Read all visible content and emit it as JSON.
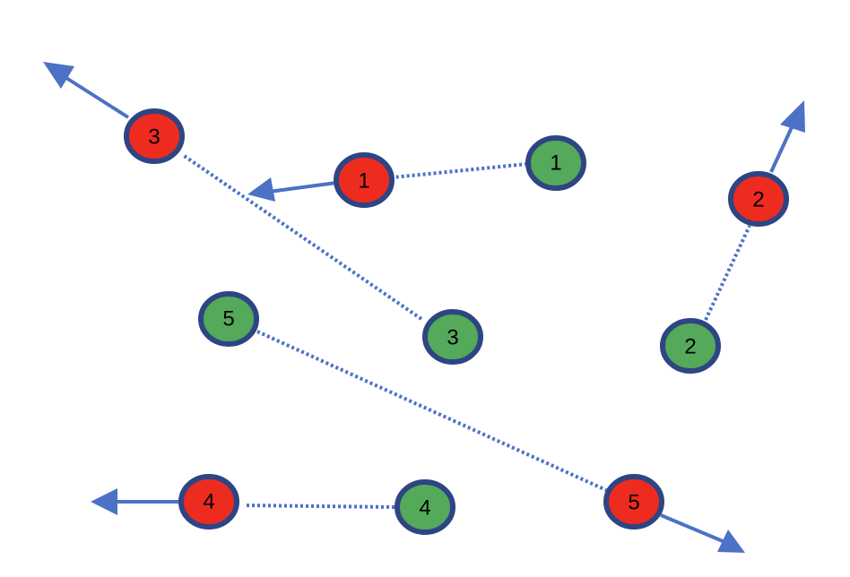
{
  "colors": {
    "start_fill": "#55a95a",
    "end_fill": "#ee2b1f",
    "node_border": "#2e4583",
    "link": "#4b72c5",
    "arrow": "#4b72c5"
  },
  "pairs": [
    {
      "id": "1",
      "start_label": "1",
      "end_label": "1"
    },
    {
      "id": "2",
      "start_label": "2",
      "end_label": "2"
    },
    {
      "id": "3",
      "start_label": "3",
      "end_label": "3"
    },
    {
      "id": "4",
      "start_label": "4",
      "end_label": "4"
    },
    {
      "id": "5",
      "start_label": "5",
      "end_label": "5"
    }
  ]
}
